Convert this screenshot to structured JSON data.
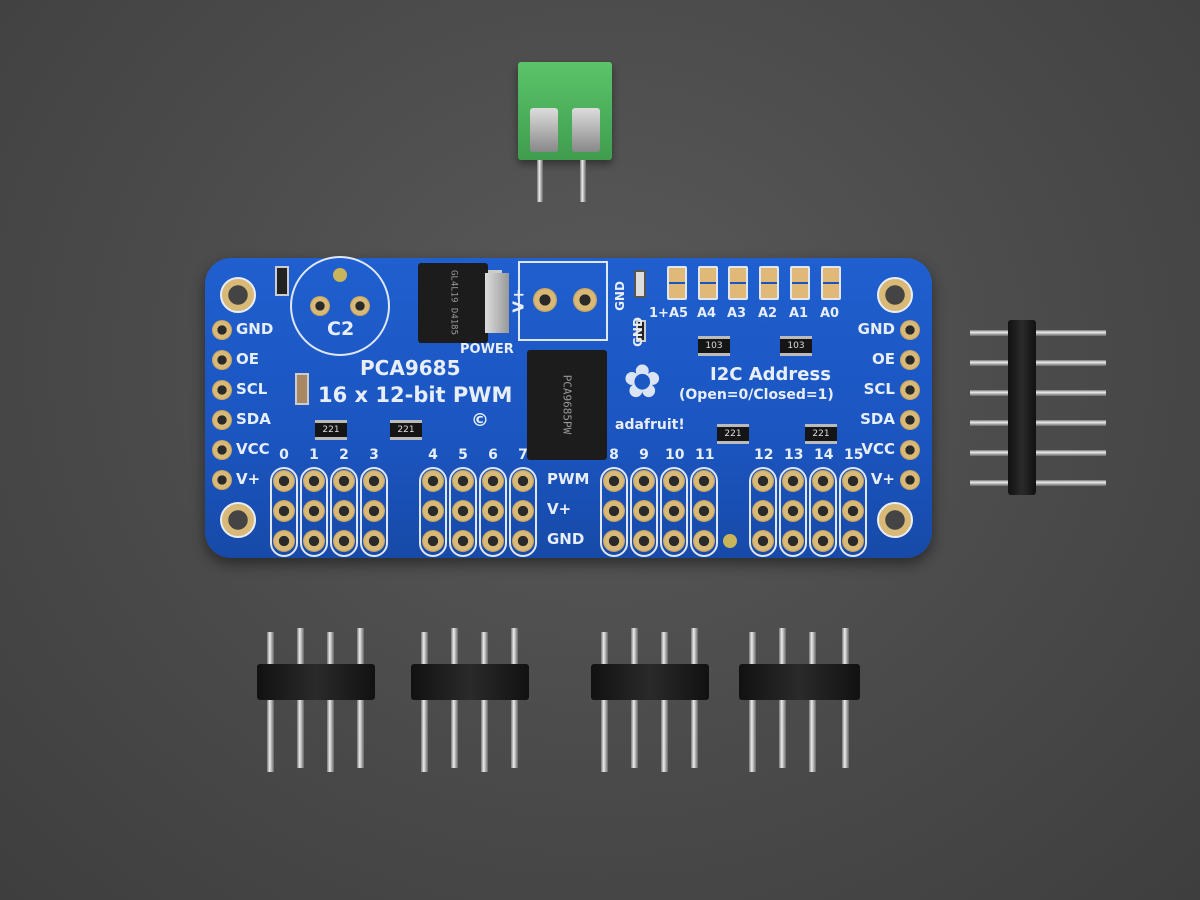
{
  "board": {
    "chip_name": "PCA9685",
    "subtitle": "16 x 12-bit PWM",
    "copyright": "©",
    "cap_label": "C2",
    "power_label": "POWER",
    "terminal_vplus": "V+",
    "terminal_gnd": "GND",
    "led_gnd": "GND",
    "i2c_title": "I2C Address",
    "i2c_note": "(Open=0/Closed=1)",
    "brand": "adafruit!",
    "left_pins": [
      "GND",
      "OE",
      "SCL",
      "SDA",
      "VCC",
      "V+"
    ],
    "right_pins": [
      "GND",
      "OE",
      "SCL",
      "SDA",
      "VCC",
      "V+"
    ],
    "channel_numbers": [
      "0",
      "1",
      "2",
      "3",
      "4",
      "5",
      "6",
      "7",
      "8",
      "9",
      "10",
      "11",
      "12",
      "13",
      "14",
      "15"
    ],
    "row_labels": [
      "PWM",
      "V+",
      "GND"
    ],
    "address_labels": [
      "1+A5",
      "A4",
      "A3",
      "A2",
      "A1",
      "A0"
    ],
    "resistor_networks": [
      "221",
      "221",
      "103",
      "103",
      "221",
      "221"
    ],
    "regulator_marking": "GL4L19 D4185",
    "ic_marking": "PCA9685PW"
  },
  "colors": {
    "pcb": "#1f5fcf",
    "background": "#4a4a4a",
    "terminal": "#4cae5a",
    "gold": "#d9b977"
  }
}
